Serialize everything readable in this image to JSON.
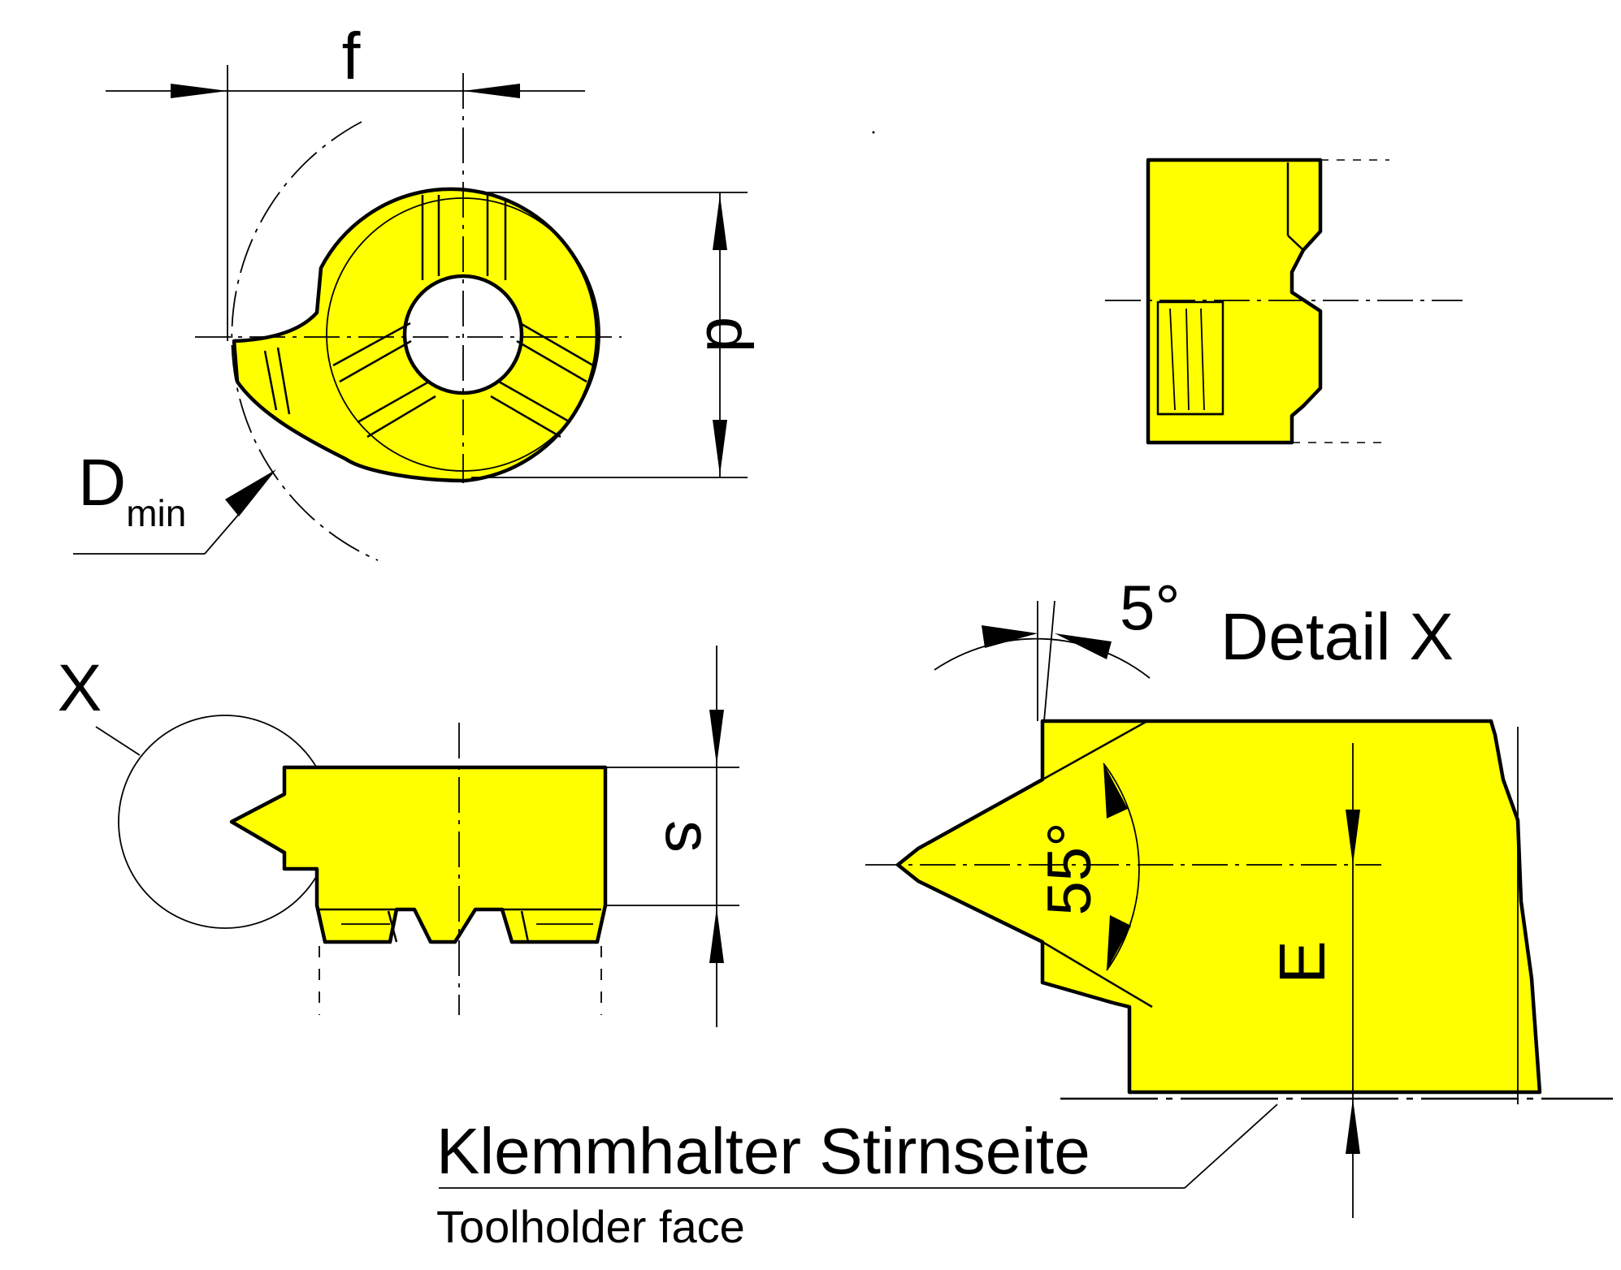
{
  "labels": {
    "f": "f",
    "d": "d",
    "d_min_main": "D",
    "d_min_sub": "min",
    "x_marker": "X",
    "s": "s",
    "angle_5": "5°",
    "detail_x": "Detail X",
    "angle_55": "55°",
    "e": "E",
    "toolholder_de": "Klemmhalter Stirnseite",
    "toolholder_en": "Toolholder face"
  },
  "colors": {
    "insert_fill": "#ffff00",
    "line": "#000000",
    "background": "#ffffff"
  }
}
